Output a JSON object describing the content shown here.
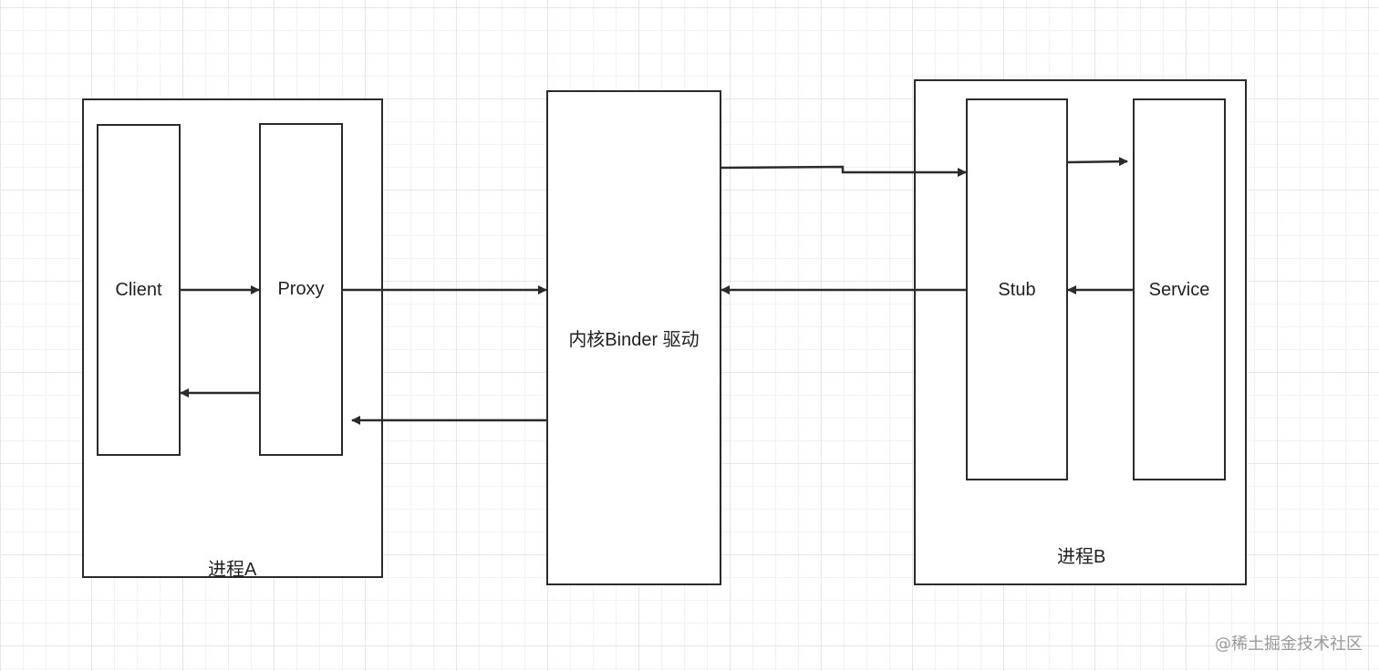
{
  "process_a": {
    "label": "进程A",
    "client_label": "Client",
    "proxy_label": "Proxy"
  },
  "kernel": {
    "label": "内核Binder 驱动"
  },
  "process_b": {
    "label": "进程B",
    "stub_label": "Stub",
    "service_label": "Service"
  },
  "watermark": "@稀土掘金技术社区",
  "colors": {
    "stroke": "#2b2b2b",
    "grid": "#e6e6e6",
    "watermark": "#9a9a9a"
  }
}
